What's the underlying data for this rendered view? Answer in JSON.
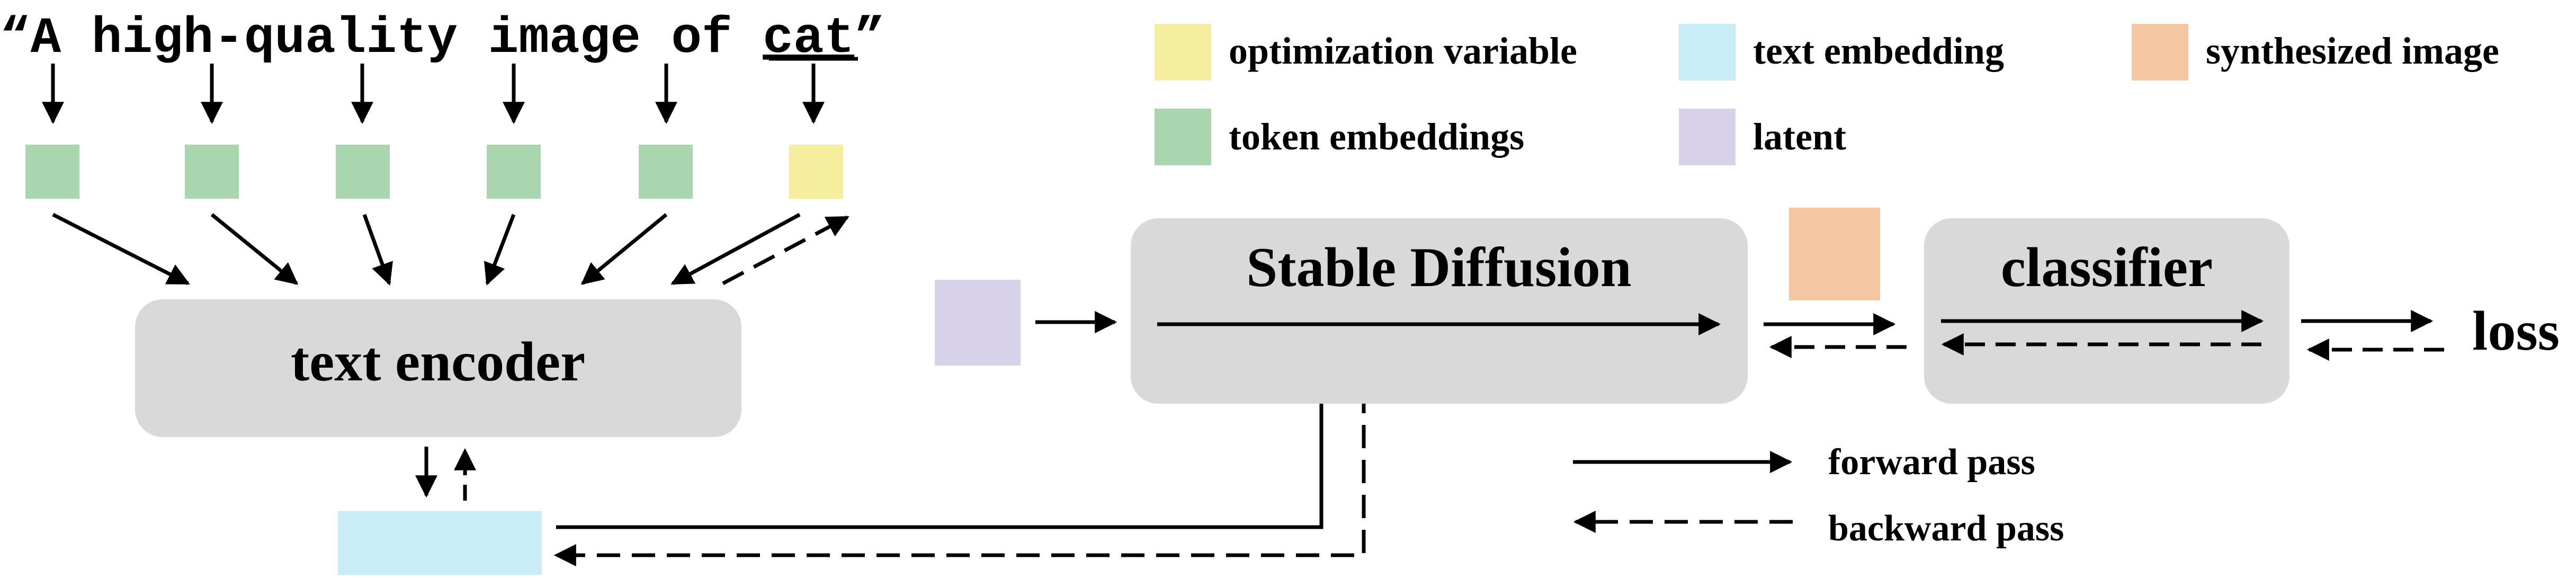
{
  "prompt": {
    "open_quote": "“",
    "text": "A high-quality image of ",
    "word": "cat",
    "close_quote": "”"
  },
  "blocks": {
    "text_encoder": "text encoder",
    "stable_diffusion": "Stable Diffusion",
    "classifier": "classifier",
    "loss": "loss"
  },
  "legend": {
    "colors": [
      {
        "label": "optimization variable",
        "color": "#F5EE9E"
      },
      {
        "label": "text embedding",
        "color": "#C9EDF6"
      },
      {
        "label": "synthesized image",
        "color": "#F5C6A2"
      },
      {
        "label": "token embeddings",
        "color": "#A9D6AE"
      },
      {
        "label": "latent",
        "color": "#D7D2E9"
      }
    ],
    "forward": "forward pass",
    "backward": "backward pass"
  },
  "colors": {
    "token": "#A9D6AE",
    "optimization": "#F5EE9E",
    "text_embedding": "#C9EDF6",
    "synthesized": "#F5C6A2",
    "latent": "#D7D2E9",
    "block_fill": "#D9D9D9"
  }
}
